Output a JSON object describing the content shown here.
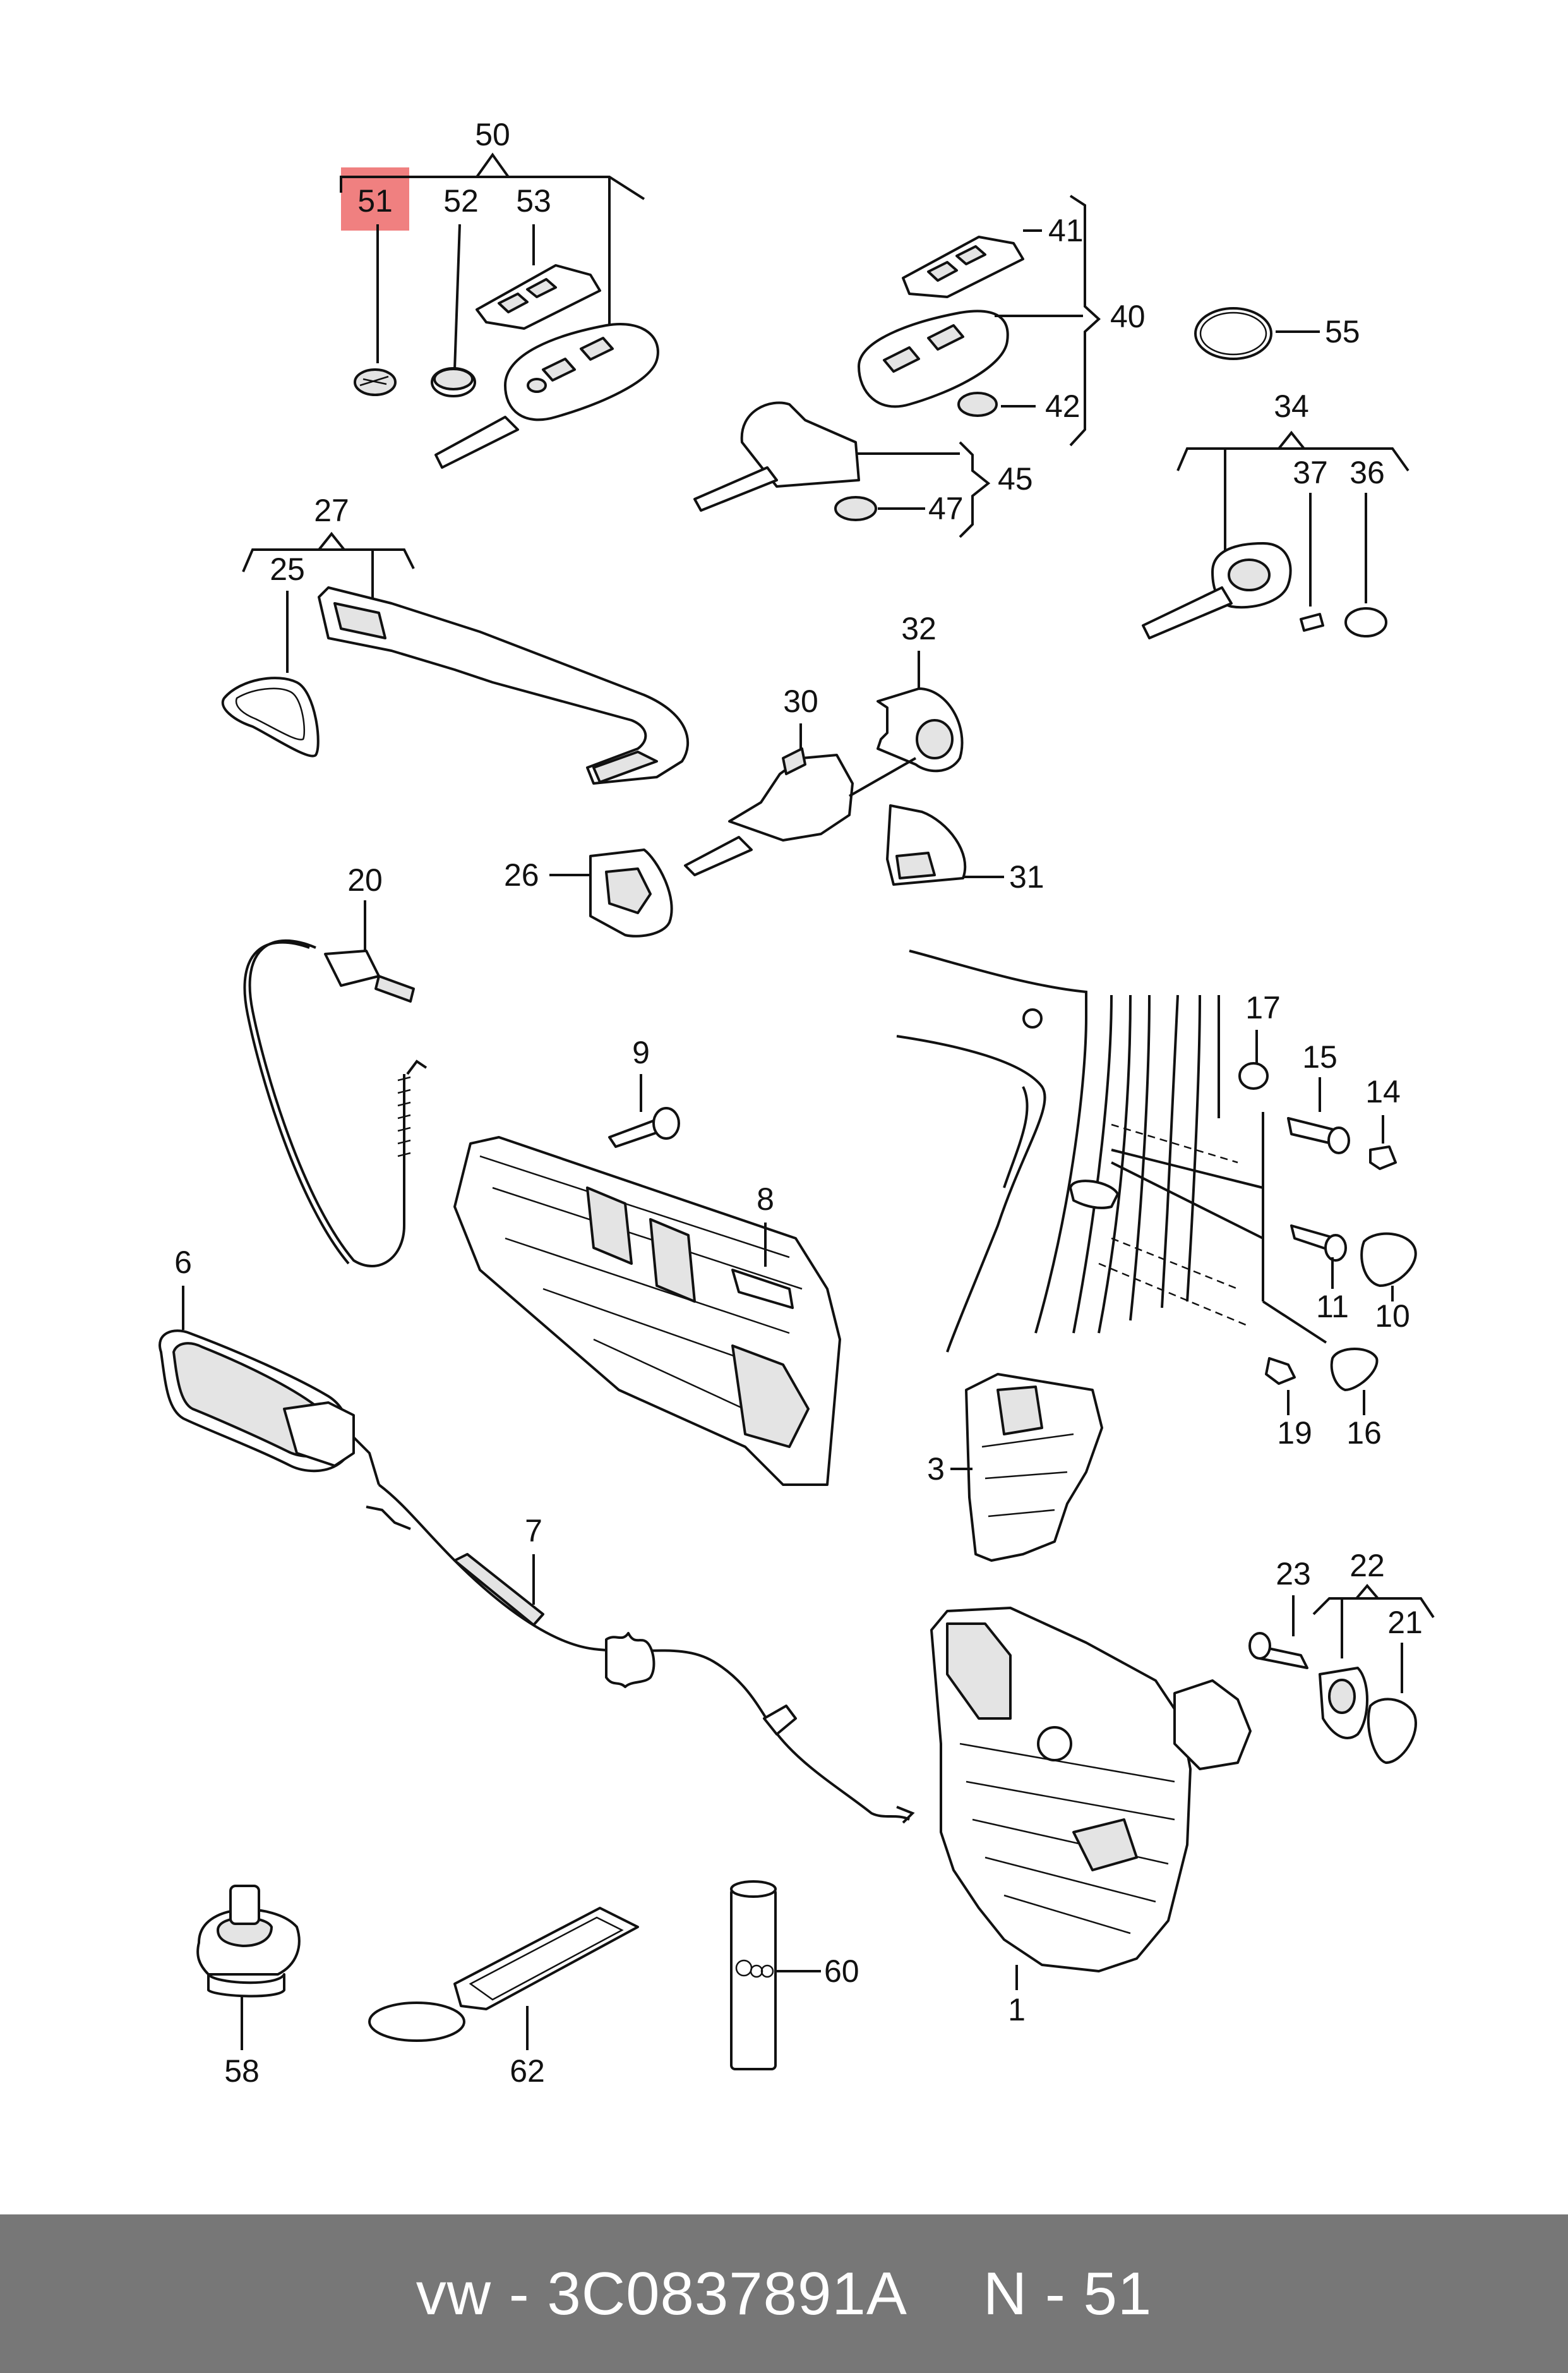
{
  "diagram": {
    "highlight_color": "#f08080",
    "callouts": [
      "50",
      "51",
      "52",
      "53",
      "41",
      "40",
      "55",
      "42",
      "45",
      "47",
      "34",
      "37",
      "36",
      "27",
      "25",
      "32",
      "30",
      "26",
      "31",
      "20",
      "9",
      "8",
      "17",
      "15",
      "14",
      "11",
      "10",
      "19",
      "16",
      "6",
      "3",
      "7",
      "23",
      "22",
      "21",
      "1",
      "58",
      "62",
      "60"
    ]
  },
  "footer": {
    "brand": "vw",
    "separator": "-",
    "part_number": "3C0837891A",
    "item_prefix": "N",
    "item_number": "51"
  }
}
